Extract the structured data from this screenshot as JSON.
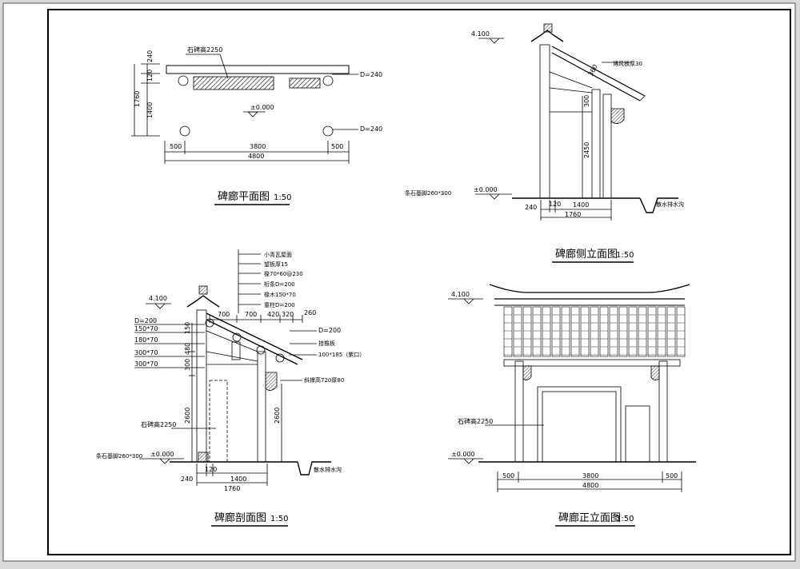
{
  "titles": {
    "plan": "碑廊平面图",
    "plan_scale": "1:50",
    "side": "碑廊侧立面图",
    "side_scale": "1:50",
    "section": "碑廊剖面图",
    "section_scale": "1:50",
    "front": "碑廊正立面图",
    "front_scale": "1:50"
  },
  "plan": {
    "stone_label": "石碑高2250",
    "d1": "D=240",
    "d2": "D=240",
    "level": "±0.000",
    "dim_left": [
      "240",
      "120",
      "1400"
    ],
    "dim_total_v": "1760",
    "dim_bottom": [
      "500",
      "3800",
      "500"
    ],
    "dim_total_h": "4800"
  },
  "side": {
    "level_top": "4.100",
    "board": "博风板厚30",
    "h1": "360",
    "h2": "300",
    "h3": "2450",
    "level_base": "±0.000",
    "footing": "条石基脚260*300",
    "drain": "散水排水沟",
    "dims": [
      "240",
      "120",
      "1400"
    ],
    "total": "1760"
  },
  "section": {
    "level_top": "4.100",
    "notes": [
      "小青瓦屋面",
      "望板厚15",
      "椽70*60@230",
      "桁条D=200",
      "椽木150*70",
      "童柱D=200"
    ],
    "top_dims": [
      "700",
      "700",
      "420",
      "320",
      "260"
    ],
    "left_labels": [
      "D=200",
      "150*70",
      "180*70",
      "300*70",
      "300*70"
    ],
    "v_dims": [
      "150",
      "480",
      "300",
      "2600"
    ],
    "right_labels": [
      "D=200",
      "挂檐板",
      "100*185（紫口）",
      "斜撑高720厚80"
    ],
    "v_right": "2600",
    "stone": "石碑高2250",
    "level_base": "±0.000",
    "footing": "条石基脚260*300",
    "drain": "散水排水沟",
    "dims": [
      "240",
      "120",
      "1400"
    ],
    "total": "1760"
  },
  "front": {
    "level_top": "4.100",
    "stone": "石碑高2250",
    "level_base": "±0.000",
    "dims": [
      "500",
      "3800",
      "500"
    ],
    "total": "4800"
  }
}
